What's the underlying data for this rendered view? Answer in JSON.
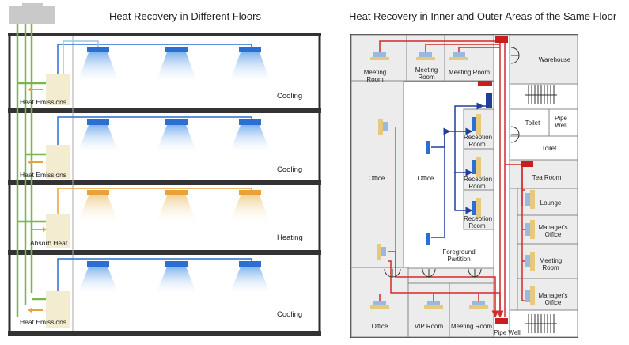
{
  "left": {
    "title": "Heat Recovery in Different Floors",
    "floors": [
      {
        "mode": "Cooling",
        "unit": "Heat Emissions"
      },
      {
        "mode": "Cooling",
        "unit": "Heat Emissions"
      },
      {
        "mode": "Heating",
        "unit": "Absorb Heat"
      },
      {
        "mode": "Cooling",
        "unit": "Heat Emissions"
      }
    ]
  },
  "right": {
    "title": "Heat Recovery in Inner and Outer Areas of the Same Floor",
    "rooms": {
      "meeting_room_1": "Meeting Room",
      "meeting_room_2": "Meeting Room",
      "meeting_room_3": "Meeting Room",
      "warehouse": "Warehouse",
      "toilet_1": "Toilet",
      "pipe_well_1": "Pipe Well",
      "toilet_2": "Toilet",
      "tea_room": "Tea Room",
      "office_outer": "Office",
      "office_inner": "Office",
      "reception_1": "Reception Room",
      "reception_2": "Reception Room",
      "reception_3": "Reception Room",
      "foreground": "Foreground Partition",
      "lounge": "Lounge",
      "manager_1": "Manager's Office",
      "meeting_room_4": "Meeting Room",
      "manager_2": "Manager's Office",
      "office_bottom": "Office",
      "vip_room": "VIP Room",
      "meeting_room_5": "Meeting Room",
      "pipe_well_2": "Pipe Well"
    }
  },
  "colors": {
    "cooling": "#2a6fd1",
    "heating": "#e9a23a",
    "hot_pipe": "#d42a2a",
    "cold_pipe": "#1f3f9a",
    "green_pipe": "#7ab648"
  }
}
